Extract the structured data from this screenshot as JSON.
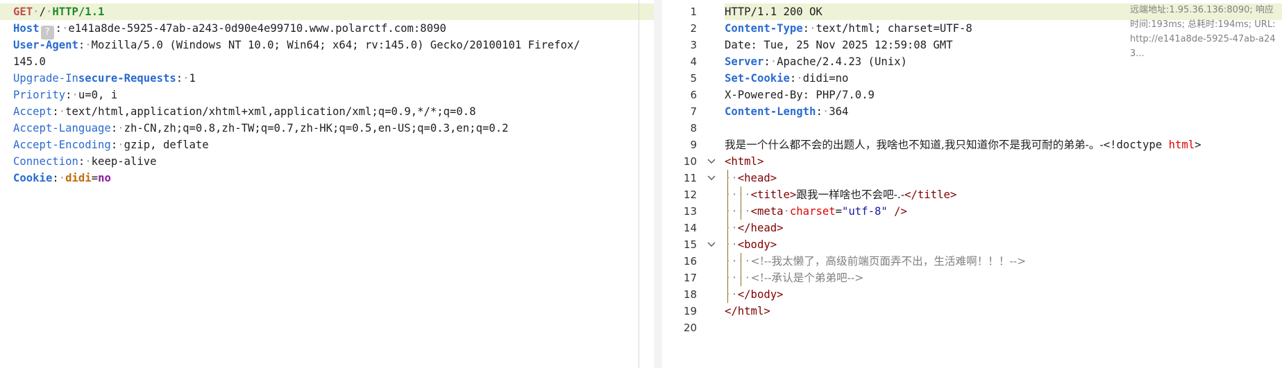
{
  "request": {
    "line1": {
      "method": "GET",
      "path": "/",
      "protocol": "HTTP/1.1"
    },
    "host": {
      "name": "Host",
      "badge": "?",
      "value": "e141a8de-5925-47ab-a243-0d90e4e99710.www.polarctf.com:8090"
    },
    "user_agent": {
      "name": "User-Agent",
      "value1": "Mozilla/5.0 (Windows NT 10.0; Win64; x64; rv:145.0) Gecko/20100101 Firefox/",
      "value2": "145.0"
    },
    "upgrade": {
      "name_a": "Upgrade-In",
      "name_b": "secure-Requests",
      "value": "1"
    },
    "priority": {
      "name": "Priority",
      "value": "u=0, i"
    },
    "accept": {
      "name": "Accept",
      "value": "text/html,application/xhtml+xml,application/xml;q=0.9,*/*;q=0.8"
    },
    "accept_language": {
      "name": "Accept-Language",
      "value": "zh-CN,zh;q=0.8,zh-TW;q=0.7,zh-HK;q=0.5,en-US;q=0.3,en;q=0.2"
    },
    "accept_encoding": {
      "name": "Accept-Encoding",
      "value": "gzip, deflate"
    },
    "connection": {
      "name": "Connection",
      "value": "keep-alive"
    },
    "cookie": {
      "name": "Cookie",
      "key": "didi",
      "eq": "=",
      "val": "no"
    }
  },
  "response": {
    "line_numbers": [
      "1",
      "2",
      "3",
      "4",
      "5",
      "6",
      "7",
      "8",
      "9",
      "10",
      "11",
      "12",
      "13",
      "14",
      "15",
      "16",
      "17",
      "18",
      "19",
      "20"
    ],
    "status": "HTTP/1.1 200 OK",
    "content_type": {
      "name": "Content-Type",
      "value": "text/html; charset=UTF-8"
    },
    "date": "Date: Tue, 25 Nov 2025 12:59:08 GMT",
    "server": {
      "name": "Server",
      "value": "Apache/2.4.23 (Unix)"
    },
    "set_cookie": {
      "name": "Set-Cookie",
      "value": "didi=no"
    },
    "powered_by": "X-Powered-By: PHP/7.0.9",
    "content_length": {
      "name": "Content-Length",
      "value": "364"
    },
    "body_text": "我是一个什么都不会的出题人，我啥也不知道,我只知道你不是我可耐的弟弟-。-",
    "doctype_open": "<!doctype ",
    "doctype_kw": "html",
    "doctype_close": ">",
    "html_open": "<html>",
    "head_open": "<head>",
    "title_open": "<title>",
    "title_text": "跟我一样啥也不会吧-.-",
    "title_close": "</title>",
    "meta_tag": "<meta",
    "meta_attr": "charset",
    "meta_eq": "=",
    "meta_val": "\"utf-8\"",
    "meta_close": " />",
    "head_close": "</head>",
    "body_open": "<body>",
    "comment1": "<!--我太懒了，高级前端页面弄不出，生活难啊！！！-->",
    "comment2": "<!--承认是个弟弟吧-->",
    "body_close": "</body>",
    "html_close": "</html>",
    "fold_icon": "chevron-down-icon"
  },
  "meta_info": {
    "line1": "远端地址:1.95.36.136:8090; 响应",
    "line2": "时间:193ms; 总耗时:194ms; URL:",
    "line3": "http://e141a8de-5925-47ab-a24",
    "line4": "3..."
  }
}
